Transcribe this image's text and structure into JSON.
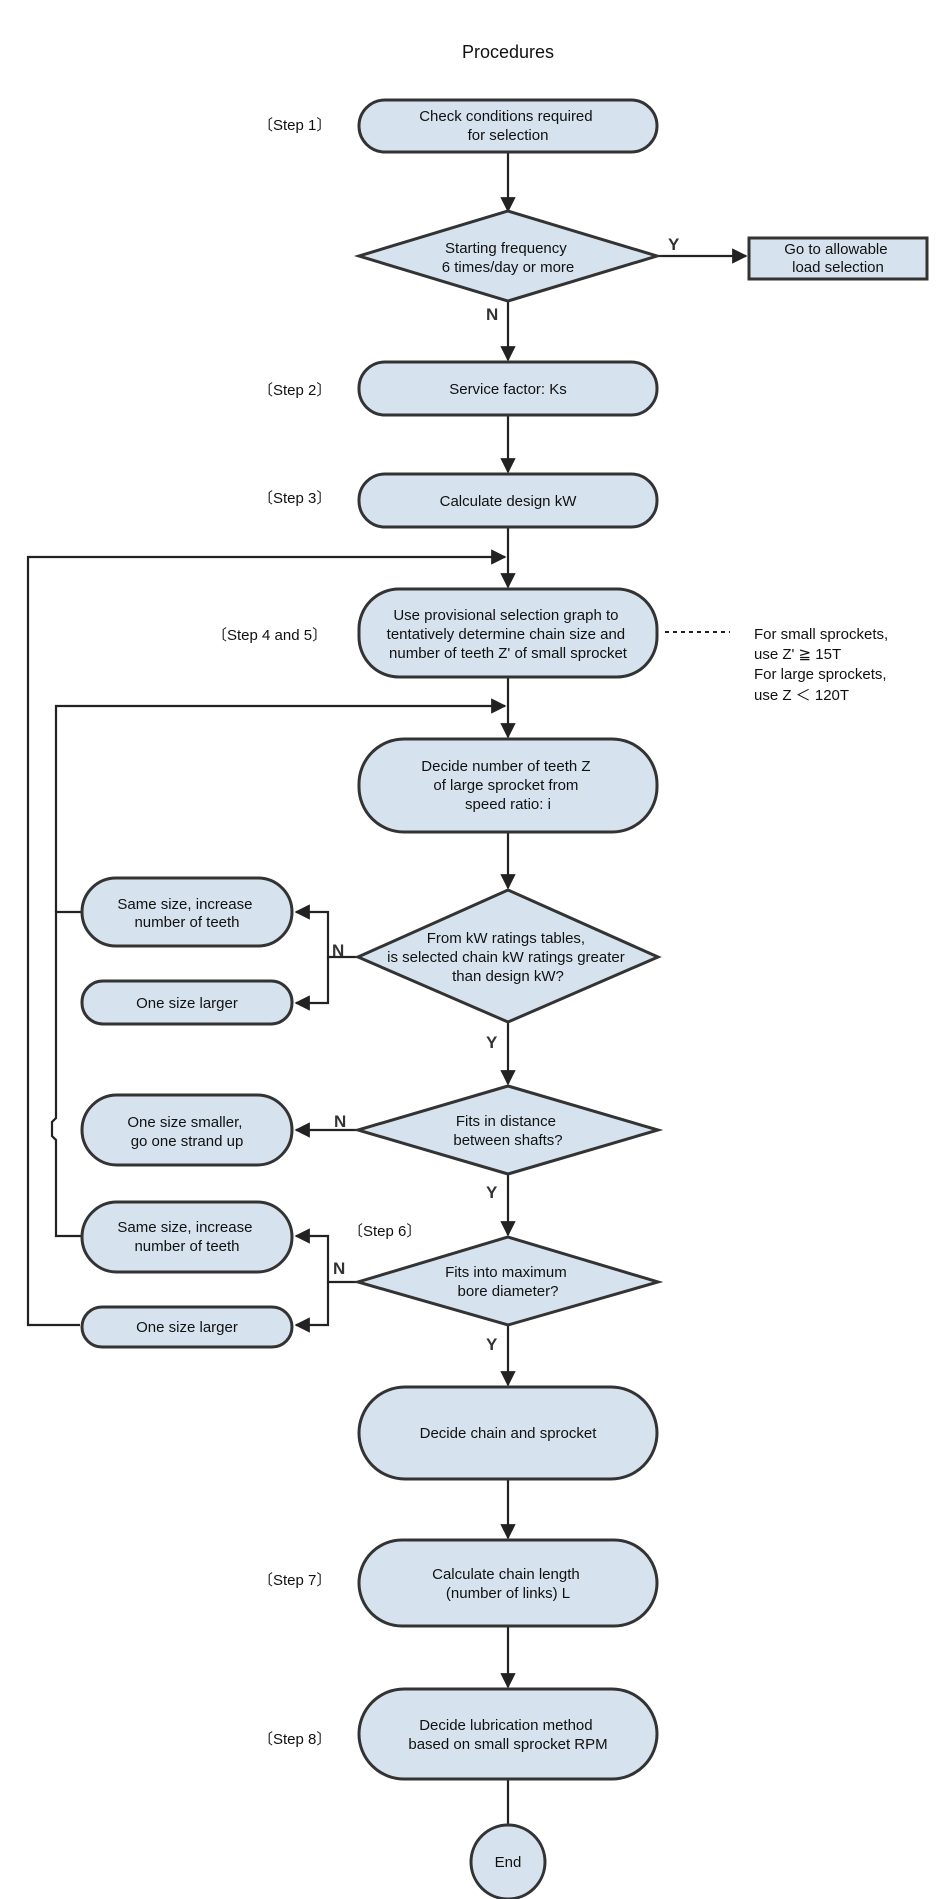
{
  "title": "Procedures",
  "steps": {
    "s1": "〔Step 1〕",
    "s2": "〔Step 2〕",
    "s3": "〔Step 3〕",
    "s45": "〔Step 4 and 5〕",
    "s6": "〔Step 6〕",
    "s7": "〔Step 7〕",
    "s8": "〔Step 8〕"
  },
  "nodes": {
    "check": [
      "Check conditions required",
      "for selection"
    ],
    "starting": [
      "Starting frequency",
      "6 times/day or more"
    ],
    "allowable": [
      "Go to allowable",
      "load selection"
    ],
    "service": [
      "Service factor: Ks"
    ],
    "calc_kw": [
      "Calculate design kW"
    ],
    "provisional": [
      "Use provisional selection graph to",
      "tentatively determine chain size and",
      "number of teeth Z' of small sprocket"
    ],
    "decide_teeth": [
      "Decide number of teeth Z",
      "of large sprocket from",
      "speed ratio: i"
    ],
    "kw_ratings": [
      "From kW ratings tables,",
      "is selected chain kW ratings greater",
      "than design kW?"
    ],
    "same_size_1": [
      "Same size, increase",
      "number of teeth"
    ],
    "one_larger_1": [
      "One size larger"
    ],
    "fits_distance": [
      "Fits in distance",
      "between shafts?"
    ],
    "one_smaller": [
      "One size smaller,",
      "go one strand up"
    ],
    "fits_bore": [
      "Fits into maximum",
      "bore diameter?"
    ],
    "same_size_2": [
      "Same size, increase",
      "number of teeth"
    ],
    "one_larger_2": [
      "One size larger"
    ],
    "decide_chain": [
      "Decide chain and sprocket"
    ],
    "chain_length": [
      "Calculate chain length",
      "(number of links) L"
    ],
    "lubrication": [
      "Decide lubrication method",
      "based on small sprocket RPM"
    ],
    "end": [
      "End"
    ]
  },
  "note": [
    "For small sprockets,",
    "use Z' ≧ 15T",
    "For large sprockets,",
    "use Z ＜ 120T"
  ],
  "labels": {
    "yes": "Y",
    "no": "N"
  }
}
